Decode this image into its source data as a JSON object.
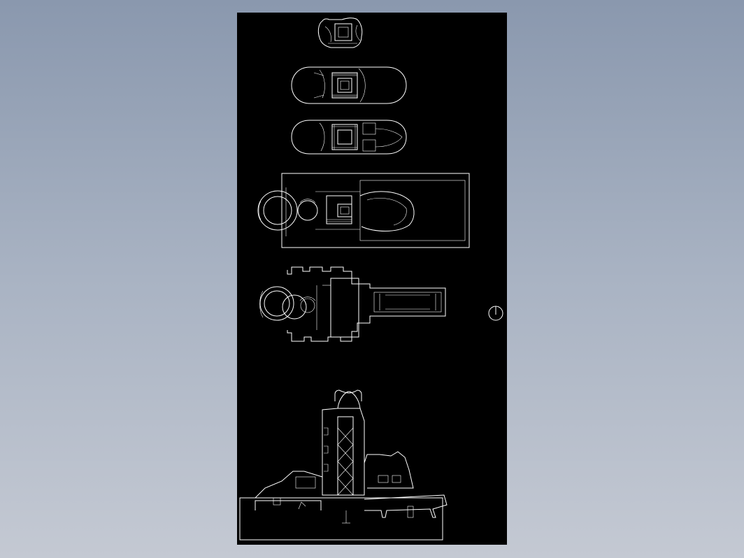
{
  "viewer": {
    "background_top": "#8a98ae",
    "background_bottom": "#c4c9d3",
    "sheet_color": "#000000",
    "line_color": "#ffffff"
  },
  "drawing": {
    "views": [
      "roof-plan",
      "third-floor-plan",
      "second-floor-plan",
      "first-floor-plan",
      "ground-floor-plan",
      "section"
    ],
    "north_arrow_icon": "north-arrow-icon"
  }
}
